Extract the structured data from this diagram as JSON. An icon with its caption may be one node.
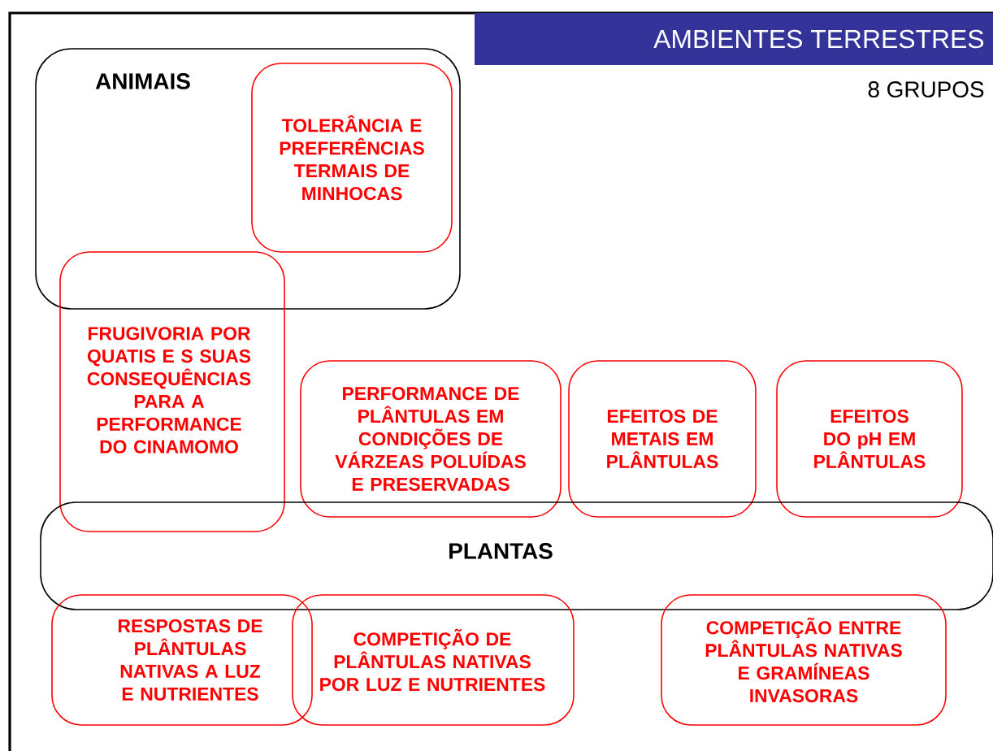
{
  "diagram": {
    "title": "AMBIENTES TERRESTRES",
    "nodes": [
      {
        "text": [
          "ANIMAIS"
        ]
      },
      {
        "text": [
          "TOLERÂNCIA E PREFERÊNCIAS TERMAIS DE MINHOCAS"
        ],
        "in": 0
      },
      {
        "text": [
          "FRUGIVORIA POR QUATIS E S SUAS CONSEQUÊNCIAS PARA A PERFORMANCE DO CINAMOMO"
        ]
      },
      {
        "text": [
          "PERFORMANCE DE PLÂNTULAS EM CONDIÇÕES DE VÁRZEAS POLUÍDAS E PRESERVADAS"
        ]
      },
      {
        "text": [
          "EFEITOS DE METAIS EM PLÂNTULAS"
        ]
      },
      {
        "text": [
          "EFEITOS DO pH EM PLÂNTULAS"
        ]
      },
      {
        "text": [
          "PLANTAS"
        ]
      },
      {
        "text": [
          "RESPOSTAS DE PLÂNTULAS NATIVAS A LUZ E NUTRIENTES"
        ]
      },
      {
        "text": [
          "COMPETIÇÃO DE PLÂNTULAS NATIVAS POR LUZ E NUTRIENTES"
        ]
      },
      {
        "text": [
          "COMPETIÇÃO ENTRE PLÂNTULAS NATIVAS E GRAMÍNEAS INVASORAS"
        ]
      }
    ],
    "labels": [
      "8 GRUPOS"
    ]
  }
}
